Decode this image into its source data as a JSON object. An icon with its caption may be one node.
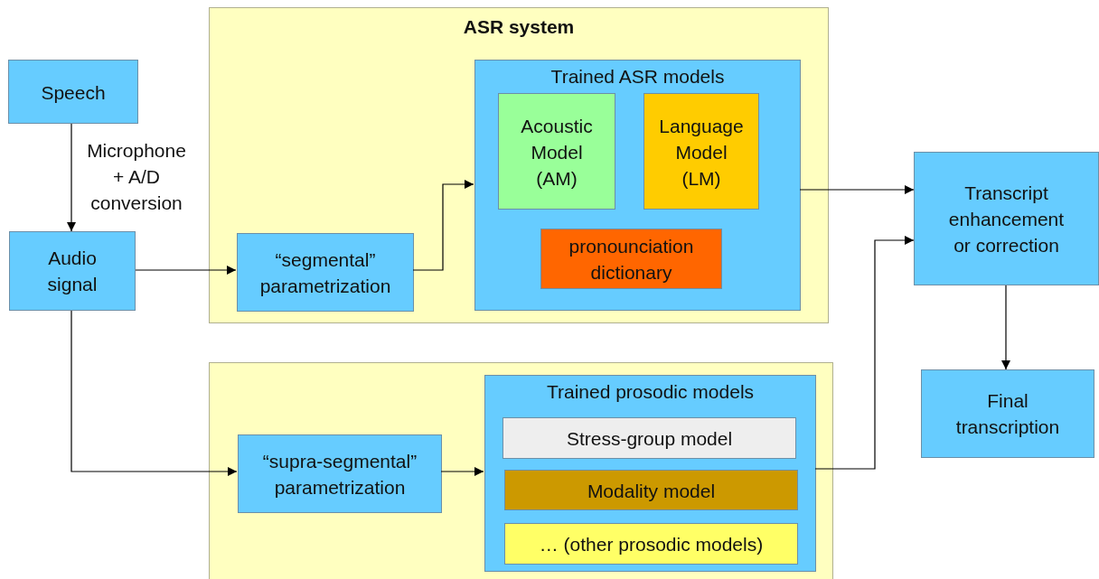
{
  "diagram": {
    "nodes": [
      {
        "text": [
          "Speech"
        ]
      },
      {
        "text": [
          "ASR system"
        ]
      },
      {
        "text": [
          "Trained ASR models"
        ],
        "in": 1
      },
      {
        "text": [
          "Acoustic Model (AM)"
        ],
        "in": 2
      },
      {
        "text": [
          "Language Model (LM)"
        ],
        "in": 2
      },
      {
        "text": [
          "pronounciation dictionary"
        ],
        "in": 2
      },
      {
        "text": [
          "Audio signal"
        ]
      },
      {
        "text": [
          "“segmental” parametrization"
        ],
        "in": 1
      },
      {
        "text": [],
        "shape": "box"
      },
      {
        "text": [
          "“supra-segmental” parametrization"
        ],
        "in": 8
      },
      {
        "text": [
          "Trained prosodic models"
        ],
        "in": 8
      },
      {
        "text": [
          "Stress-group model"
        ],
        "in": 10
      },
      {
        "text": [
          "Modality model"
        ],
        "in": 10
      },
      {
        "text": [
          "… (other prosodic models)"
        ],
        "in": 10
      },
      {
        "text": [
          "Transcript enhancement or correction"
        ]
      },
      {
        "text": [
          "Final transcription"
        ]
      }
    ],
    "edges": [
      {
        "from": 0,
        "to": 6,
        "arrow": "to",
        "label": "Microphone + A/D conversion"
      },
      {
        "from": 6,
        "to": 7,
        "arrow": "to"
      },
      {
        "from": 7,
        "to": 2,
        "arrow": "to"
      },
      {
        "from": 2,
        "to": 14,
        "arrow": "to"
      },
      {
        "from": 6,
        "to": 9,
        "arrow": "to"
      },
      {
        "from": 9,
        "to": 10,
        "arrow": "to"
      },
      {
        "from": 10,
        "to": 14,
        "arrow": "to"
      },
      {
        "from": 14,
        "to": 15,
        "arrow": "to"
      }
    ]
  }
}
